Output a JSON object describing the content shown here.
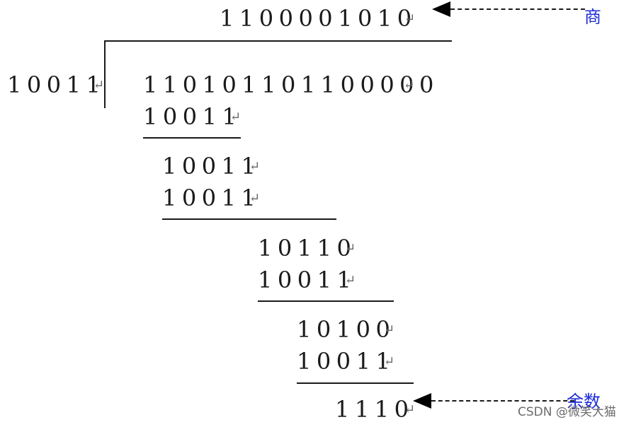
{
  "quotient": "1100001010",
  "divisor": "10011",
  "dividend": "110101101100000",
  "steps": [
    "10011",
    "10011",
    "10011",
    "10110",
    "10011",
    "10100",
    "10011"
  ],
  "remainder": "1110",
  "paragraph_mark": "↵",
  "labels": {
    "quotient_label": "商",
    "remainder_label": "余数"
  },
  "watermark": "CSDN @微笑大猫",
  "colors": {
    "digits": "#1a1a1a",
    "label_blue": "#1d2bd9",
    "watermark": "#6b6b6b"
  }
}
